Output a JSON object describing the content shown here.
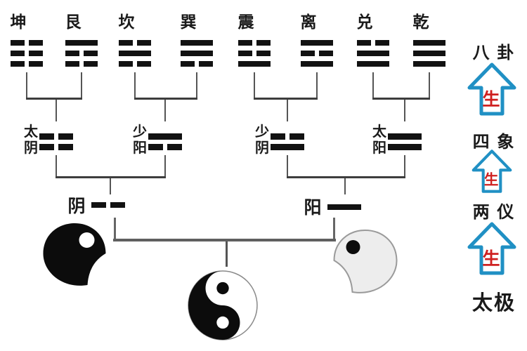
{
  "diagram": {
    "trigrams": [
      {
        "id": "kun",
        "name": "坤",
        "lines": [
          "broken",
          "broken",
          "broken"
        ]
      },
      {
        "id": "gen",
        "name": "艮",
        "lines": [
          "solid",
          "broken",
          "broken"
        ]
      },
      {
        "id": "kan",
        "name": "坎",
        "lines": [
          "broken",
          "solid",
          "broken"
        ]
      },
      {
        "id": "xun",
        "name": "巽",
        "lines": [
          "solid",
          "solid",
          "broken"
        ]
      },
      {
        "id": "zhen",
        "name": "震",
        "lines": [
          "broken",
          "broken",
          "solid"
        ]
      },
      {
        "id": "li",
        "name": "离",
        "lines": [
          "solid",
          "broken",
          "solid"
        ]
      },
      {
        "id": "dui",
        "name": "兑",
        "lines": [
          "broken",
          "solid",
          "solid"
        ]
      },
      {
        "id": "qian",
        "name": "乾",
        "lines": [
          "solid",
          "solid",
          "solid"
        ]
      }
    ],
    "four_images": [
      {
        "id": "taiyin",
        "name": "太阴",
        "chars": [
          "太",
          "阴"
        ],
        "lines": [
          "broken",
          "broken"
        ]
      },
      {
        "id": "shaoyang",
        "name": "少阳",
        "chars": [
          "少",
          "阳"
        ],
        "lines": [
          "solid",
          "broken"
        ]
      },
      {
        "id": "shaoyin",
        "name": "少阴",
        "chars": [
          "少",
          "阴"
        ],
        "lines": [
          "broken",
          "solid"
        ]
      },
      {
        "id": "taiyang",
        "name": "太阳",
        "chars": [
          "太",
          "阳"
        ],
        "lines": [
          "solid",
          "solid"
        ]
      }
    ],
    "two_forms": [
      {
        "id": "yin",
        "name": "阴",
        "lines": [
          "broken"
        ]
      },
      {
        "id": "yang",
        "name": "阳",
        "lines": [
          "solid"
        ]
      }
    ],
    "right_column": {
      "level_bagua": "八 卦",
      "level_sixiang": "四 象",
      "level_liangyi": "两 仪",
      "level_taiji": "太极",
      "arrow_text": "生",
      "arrow_outline_color": "#2090c4",
      "arrow_text_color": "#cf2020"
    },
    "symbols": {
      "left_fish": "yin-fish (black teardrop with white eye)",
      "center_taiji": "taiji yin-yang circle",
      "right_fish": "yang-fish (white teardrop with black eye)"
    },
    "ink_color": "#121212"
  }
}
